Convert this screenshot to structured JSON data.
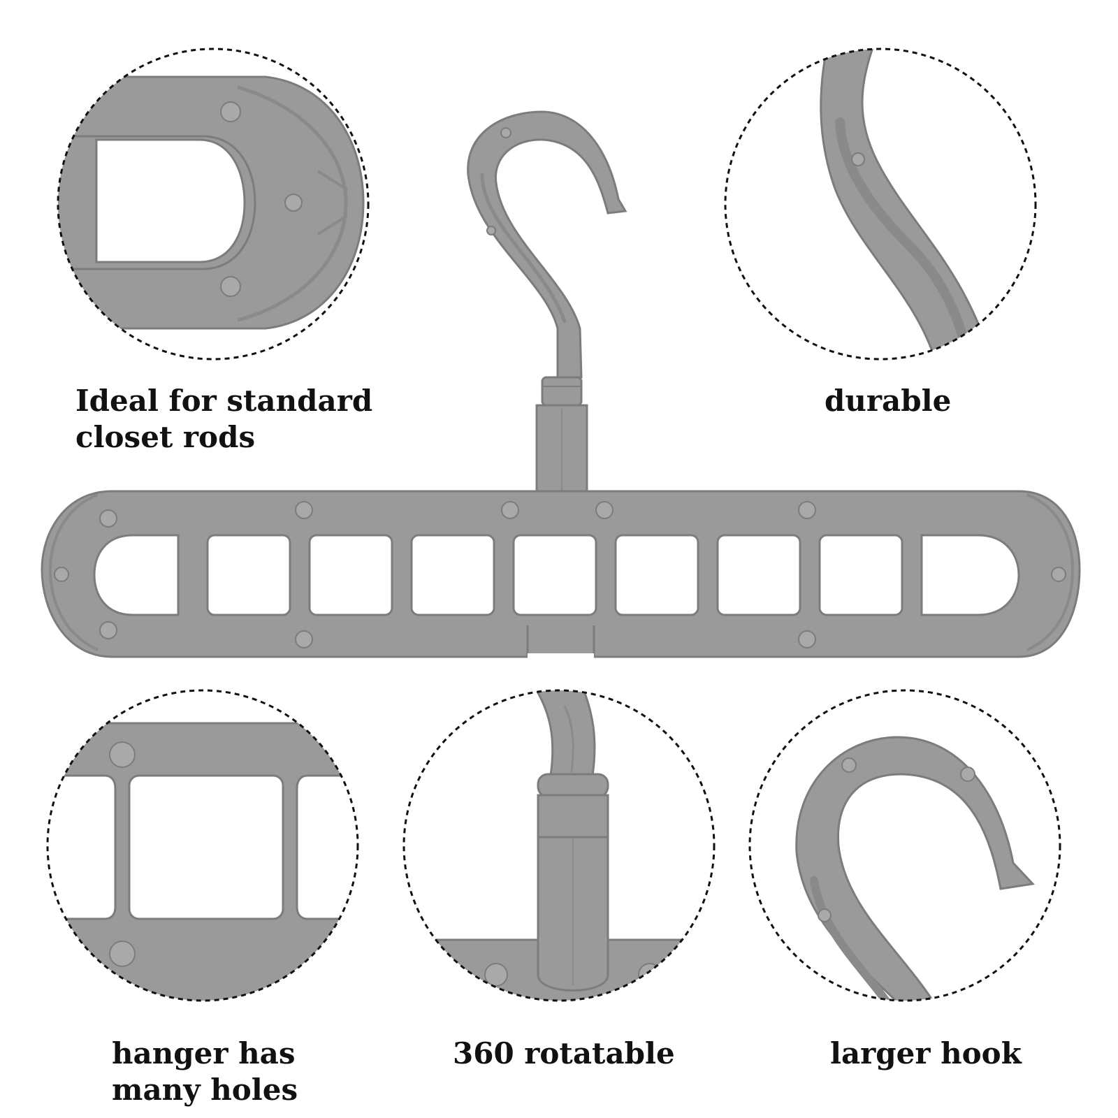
{
  "colors": {
    "plastic": "#9a9a9a",
    "plastic_dark": "#8a8a8a",
    "plastic_light": "#a9a9a9",
    "edge": "#7c7c7c",
    "dash": "#111111",
    "background": "#ffffff",
    "text": "#111111"
  },
  "features": {
    "closet_rods": {
      "line1": "Ideal for standard",
      "line2": "closet rods"
    },
    "durable": {
      "label": "durable"
    },
    "many_holes": {
      "line1": "hanger has",
      "line2": "many holes"
    },
    "rotatable": {
      "label": "360 rotatable"
    },
    "larger_hook": {
      "label": "larger hook"
    }
  },
  "hanger": {
    "hole_count": 9
  }
}
